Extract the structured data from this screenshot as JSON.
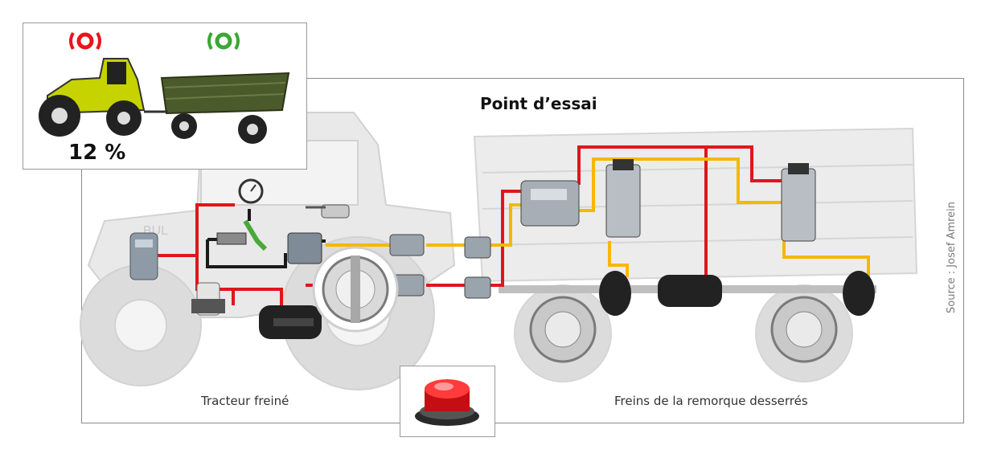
{
  "title": "Point d’essai",
  "labels": {
    "tractor": "Tracteur freiné",
    "trailer": "Freins de la remorque desserrés"
  },
  "source": "Source : Josef Amrein",
  "indicator": {
    "percent": "12 %",
    "tractor_brake_icon": "brake-warning-icon",
    "tractor_brake_color": "#e8161c",
    "trailer_brake_icon": "brake-released-icon",
    "trailer_brake_color": "#3aa832"
  },
  "colors": {
    "red_line": "#e0161c",
    "yellow_line": "#f5b800",
    "black_line": "#1a1a1a",
    "tractor_body": "#c7d300"
  }
}
